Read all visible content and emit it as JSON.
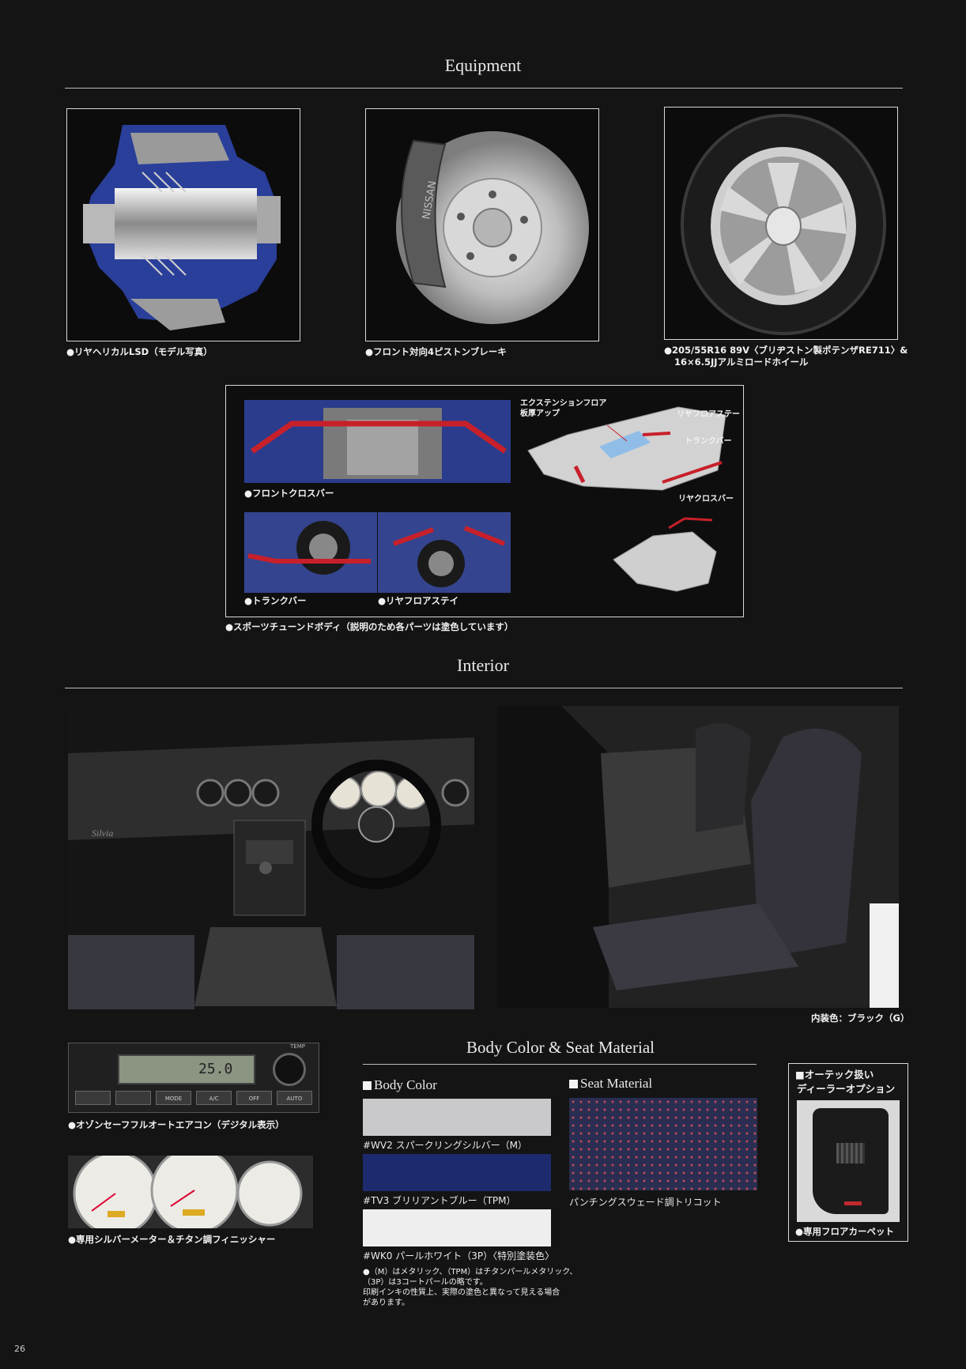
{
  "sections": {
    "equipment": "Equipment",
    "interior": "Interior",
    "body_color": "Body Color & Seat Material"
  },
  "equipment": {
    "lsd_caption": "●リヤヘリカルLSD（モデル写真）",
    "brake_caption": "●フロント対向4ピストンブレーキ",
    "tire_caption_1": "●205/55R16 89V〈ブリヂストン製ポテンザRE711〉&",
    "tire_caption_2": "16×6.5JJアルミロードホイール",
    "body_panel": {
      "front_crossbar": "●フロントクロスバー",
      "trunk_bar": "●トランクバー",
      "rear_floor_stay": "●リヤフロアステイ",
      "extension_floor_1": "エクステンションフロア",
      "extension_floor_2": "板厚アップ",
      "rear_floor_stay_label": "リヤフロアステー",
      "trunk_bar_label": "トランクバー",
      "rear_crossbar_label": "リヤクロスバー",
      "caption": "●スポーツチューンドボディ（説明のため各パーツは塗色しています）",
      "brake_text": "NISSAN"
    }
  },
  "interior": {
    "color_caption": "内装色：ブラック（G）",
    "emblem": "Silvia"
  },
  "climate": {
    "caption": "●オゾンセーフフルオートエアコン（デジタル表示）",
    "display": "25.0",
    "buttons": [
      "MODE",
      "A/C",
      "OFF",
      "AUTO"
    ],
    "temp_label": "TEMP"
  },
  "meter": {
    "caption": "●専用シルバーメーター＆チタン調フィニッシャー"
  },
  "body_color": {
    "heading": "Body Color",
    "colors": [
      {
        "code": "#WV2 スパークリングシルバー（M）",
        "hex": "#c9c9cb"
      },
      {
        "code": "#TV3 ブリリアントブルー（TPM）",
        "hex": "#1e2a6e"
      },
      {
        "code": "#WK0 パールホワイト（3P）〈特別塗装色〉",
        "hex": "#eeeeee"
      }
    ],
    "note_1": "●（M）はメタリック、（TPM）はチタンパールメタリック、",
    "note_2": "（3P）は3コートパールの略です。",
    "note_3": "印刷インキの性質上、実際の塗色と異なって見える場合",
    "note_4": "があります。"
  },
  "seat_material": {
    "heading": "Seat Material",
    "caption": "パンチングスウェード調トリコット"
  },
  "dealer_option": {
    "title_1": "■オーテック扱い",
    "title_2": "ディーラーオプション",
    "caption": "●専用フロアカーペット"
  },
  "page_number": "26"
}
